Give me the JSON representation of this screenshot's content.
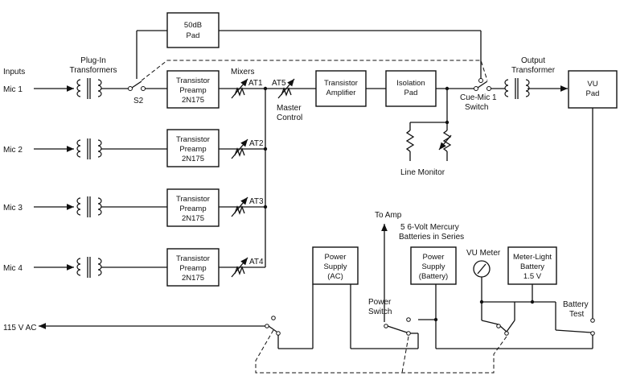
{
  "labels": {
    "inputs": "Inputs",
    "plugin_transformers_1": "Plug-In",
    "plugin_transformers_2": "Transformers",
    "mic1": "Mic 1",
    "mic2": "Mic 2",
    "mic3": "Mic 3",
    "mic4": "Mic 4",
    "s2": "S2",
    "mixers": "Mixers",
    "at1": "AT1",
    "at2": "AT2",
    "at3": "AT3",
    "at4": "AT4",
    "at5": "AT5",
    "master_control_1": "Master",
    "master_control_2": "Control",
    "cue_mic_1": "Cue-Mic 1",
    "cue_mic_2": "Switch",
    "output_transformer_1": "Output",
    "output_transformer_2": "Transformer",
    "line_monitor": "Line Monitor",
    "to_amp": "To Amp",
    "batteries_1": "5 6-Volt Mercury",
    "batteries_2": "Batteries in Series",
    "vu_meter": "VU Meter",
    "power_switch_1": "Power",
    "power_switch_2": "Switch",
    "battery_test_1": "Battery",
    "battery_test_2": "Test",
    "ac_in": "115 V AC"
  },
  "boxes": {
    "pad50": [
      "50dB",
      "Pad"
    ],
    "preamp1": [
      "Transistor",
      "Preamp",
      "2N175"
    ],
    "preamp2": [
      "Transistor",
      "Preamp",
      "2N175"
    ],
    "preamp3": [
      "Transistor",
      "Preamp",
      "2N175"
    ],
    "preamp4": [
      "Transistor",
      "Preamp",
      "2N175"
    ],
    "amplifier": [
      "Transistor",
      "Amplifier"
    ],
    "isolation": [
      "Isolation",
      "Pad"
    ],
    "vupad": [
      "VU",
      "Pad"
    ],
    "ps_ac": [
      "Power",
      "Supply",
      "(AC)"
    ],
    "ps_batt": [
      "Power",
      "Supply",
      "(Battery)"
    ],
    "meter_light": [
      "Meter-Light",
      "Battery",
      "1.5 V"
    ]
  }
}
